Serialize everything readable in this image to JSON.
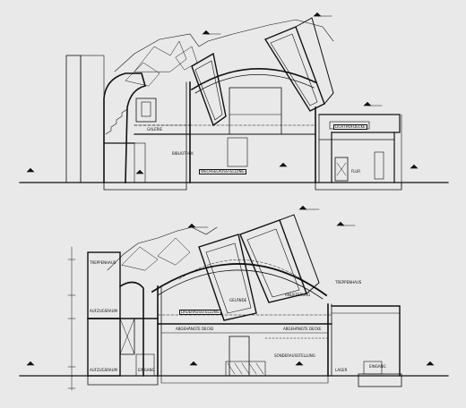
{
  "drawing": {
    "top_section": {
      "rooms": {
        "wechsel": "WECHSELAUSSTELLUNG",
        "flur": "FLUR",
        "lichthof": "LICHTHOFDECKE",
        "galerie": "GALERIE",
        "bibliothek": "BIBLIOTHEK"
      }
    },
    "bottom_section": {
      "rooms": {
        "treppe": "TREPPENHAUS",
        "aufzug_top": "AUFZUGSRAUM",
        "aufzug_bot": "AUFZUGSRAUM",
        "dauer": "DAUERAUSSTELLUNG",
        "eingang": "EINGANG",
        "abgehaengt1": "ABGEHÄNGTE DECKE",
        "abgehaengt2": "ABGEHÄNGTE DECKE",
        "sonder": "SONDERAUSSTELLUNG",
        "anlieferung": "ANLIEFERUNG",
        "lager": "LAGER",
        "eingang_r": "EINGANG",
        "gelaende1": "GELÄNDE",
        "treppenhaus_r": "TREPPENHAUS"
      }
    }
  }
}
